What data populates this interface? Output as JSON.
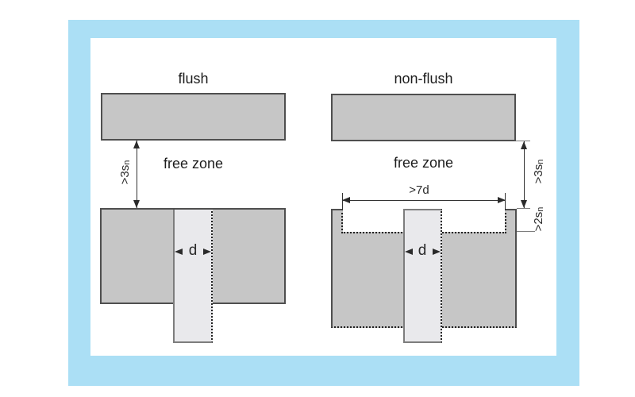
{
  "colors": {
    "frame_blue": "#abdff5",
    "metal_gray": "#c6c6c6",
    "sensor_gray": "#e9e9ec",
    "outline_dark": "#4f4f4f"
  },
  "left_diagram": {
    "title": "flush",
    "free_zone_label": "free zone",
    "clearance_dim": {
      "text": ">3s",
      "sub": "n"
    },
    "diameter_label": "d"
  },
  "right_diagram": {
    "title": "non-flush",
    "free_zone_label": "free zone",
    "width_dim": ">7d",
    "clearance_dim": {
      "text": ">3s",
      "sub": "n"
    },
    "recess_dim": {
      "text": ">2s",
      "sub": "n"
    },
    "diameter_label": "d"
  }
}
